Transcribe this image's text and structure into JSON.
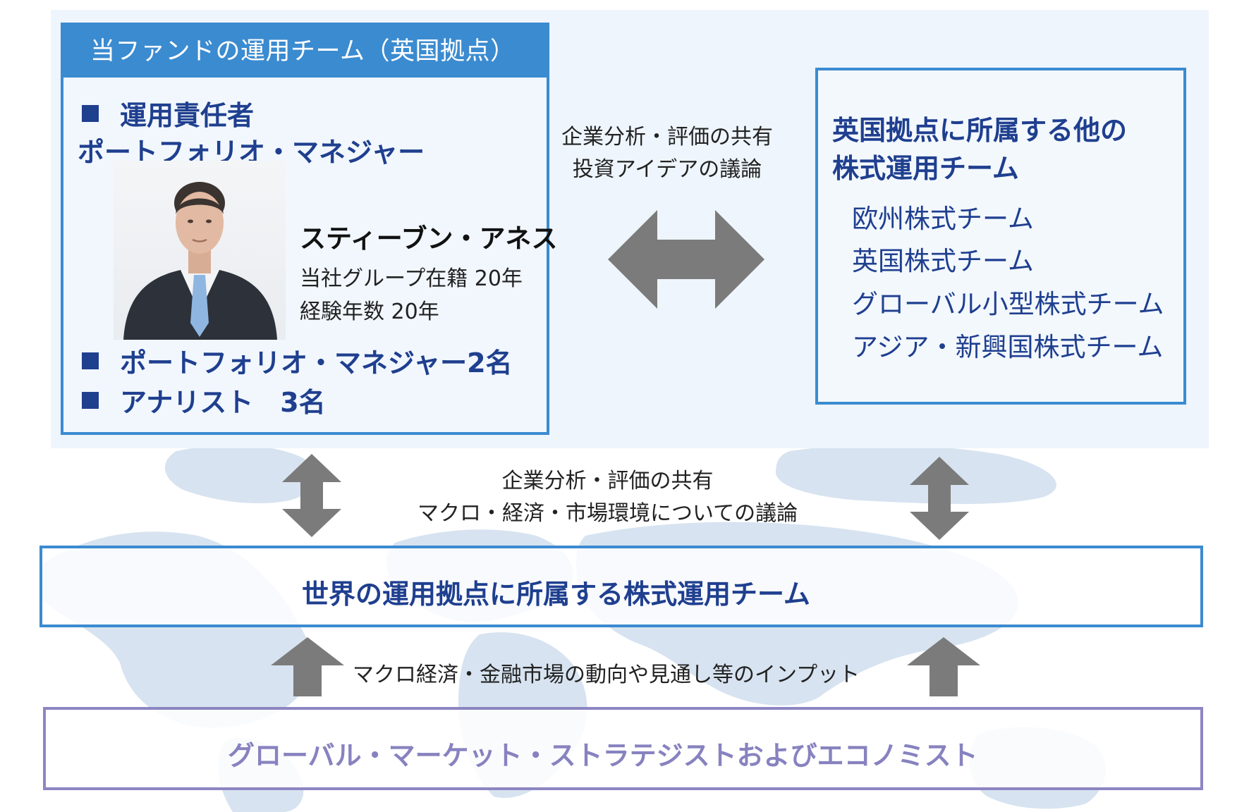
{
  "fund_team": {
    "header": "当ファンドの運用チーム（英国拠点）",
    "lead_label": "運用責任者",
    "lead_role": "ポートフォリオ・マネジャー",
    "person": {
      "name": "スティーブン・アネス",
      "tenure": "当社グループ在籍 20年",
      "experience": "経験年数 20年"
    },
    "pm_count": "ポートフォリオ・マネジャー2名",
    "analyst_count": "アナリスト　3名"
  },
  "exchange_top": {
    "line1": "企業分析・評価の共有",
    "line2": "投資アイデアの議論"
  },
  "other_teams": {
    "title_line1": "英国拠点に所属する他の",
    "title_line2": "株式運用チーム",
    "items": [
      "欧州株式チーム",
      "英国株式チーム",
      "グローバル小型株式チーム",
      "アジア・新興国株式チーム"
    ]
  },
  "exchange_middle": {
    "line1": "企業分析・評価の共有",
    "line2": "マクロ・経済・市場環境についての議論"
  },
  "world_team": {
    "label": "世界の運用拠点に所属する株式運用チーム"
  },
  "input": {
    "label": "マクロ経済・金融市場の動向や見通し等のインプット"
  },
  "strategists": {
    "label": "グローバル・マーケット・ストラテジストおよびエコノミスト"
  },
  "colors": {
    "accent_blue": "#3b8bd0",
    "text_navy": "#1f3f8f",
    "strategist_purple": "#8d86c2",
    "arrow_gray": "#7b7b7b"
  }
}
